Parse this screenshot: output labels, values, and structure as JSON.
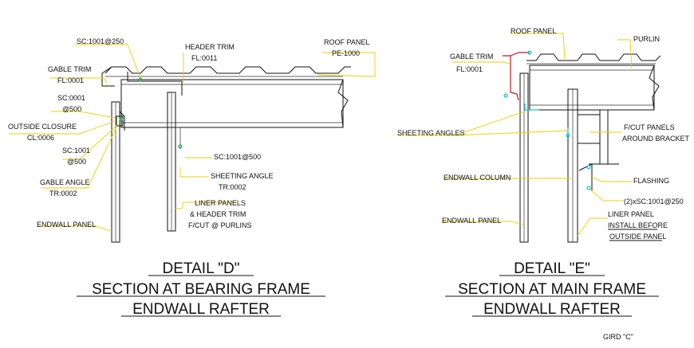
{
  "detail_d": {
    "labels": {
      "sc_1001_250": "SC:1001@250",
      "header_trim": "HEADER TRIM",
      "header_trim_code": "FL:0011",
      "roof_panel": "ROOF PANEL",
      "roof_panel_code": "PE-1000",
      "gable_trim": "GABLE TRIM",
      "gable_trim_code": "FL:0001",
      "sc_0001": "SC:0001",
      "sc_0001_spacing": "@500",
      "outside_closure": "OUTSIDE CLOSURE",
      "outside_closure_code": "CL:0006",
      "sc_1001": "SC:1001",
      "sc_1001_spacing": "@500",
      "gable_angle": "GABLE ANGLE",
      "gable_angle_code": "TR:0002",
      "endwall_panel": "ENDWALL PANEL",
      "sc_1001_500": "SC:1001@500",
      "sheeting_angle": "SHEETING ANGLE",
      "sheeting_angle_code": "TR:0002",
      "liner_panels": "LINER PANELS",
      "liner_header": "& HEADER TRIM",
      "liner_fcut": "F/CUT @ PURLINS"
    },
    "title": [
      "DETAIL  \"D\"",
      "SECTION AT BEARING FRAME",
      "ENDWALL  RAFTER"
    ]
  },
  "detail_e": {
    "labels": {
      "roof_panel": "ROOF PANEL",
      "purlin": "PURLIN",
      "gable_trim": "GABLE TRIM",
      "gable_trim_code": "FL:0001",
      "sheeting_angles": "SHEETING ANGLES",
      "fcut_panels": "F/CUT PANELS",
      "around_bracket": "AROUND BRACKET",
      "endwall_column": "ENDWALL COLUMN",
      "flashing": "FLASHING",
      "sc_2x_1001_250": "(2)xSC:1001@250",
      "endwall_panel": "ENDWALL PANEL",
      "liner_panel": "LINER PANEL",
      "install_before": "INSTALL BEFORE",
      "outside_panel": "OUTSIDE PANEL"
    },
    "title": [
      "DETAIL  \"E\"",
      "SECTION AT MAIN FRAME",
      "ENDWALL  RAFTER"
    ],
    "grid_ref": "GIRD \"C\""
  },
  "colors": {
    "leader": "#e6d200",
    "trim": "#c0171c",
    "angle": "#10c4d8",
    "fastener": "#1bb34a",
    "line": "#111111"
  }
}
